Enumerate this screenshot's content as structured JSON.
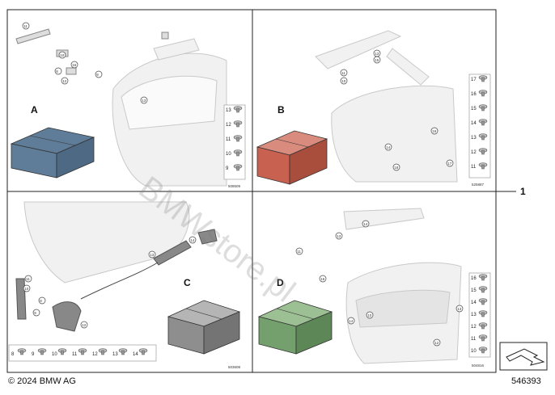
{
  "copyright": "© 2024 BMW AG",
  "document_number": "546393",
  "watermark": "BMWstore.pl",
  "main_item": "1",
  "panels": [
    {
      "kit_letter": "A",
      "kit_color": "#5f7d99",
      "ref": "508509",
      "car_part_labels": [
        "11",
        "8",
        "10",
        "16",
        "12",
        "9",
        "13"
      ],
      "legend_numbers": [
        "13",
        "12",
        "11",
        "10",
        "9"
      ]
    },
    {
      "kit_letter": "B",
      "kit_color": "#c8614f",
      "ref": "525887",
      "car_part_labels": [
        "11",
        "10",
        "13",
        "15",
        "14",
        "16",
        "18",
        "17"
      ],
      "legend_numbers": [
        "17",
        "16",
        "15",
        "14",
        "13",
        "12",
        "11"
      ]
    },
    {
      "kit_letter": "C",
      "kit_color": "#8e8e8e",
      "ref": "503608",
      "car_part_labels": [
        "14",
        "13",
        "11",
        "10",
        "8",
        "9",
        "12"
      ],
      "bottom_numbers": [
        "8",
        "9",
        "10",
        "11",
        "12",
        "13",
        "14"
      ]
    },
    {
      "kit_letter": "D",
      "kit_color": "#73a06c",
      "ref": "504816",
      "car_part_labels": [
        "14",
        "13",
        "11",
        "16",
        "10",
        "14",
        "13",
        "12"
      ],
      "legend_numbers": [
        "16",
        "15",
        "14",
        "13",
        "12",
        "11",
        "10"
      ]
    }
  ]
}
